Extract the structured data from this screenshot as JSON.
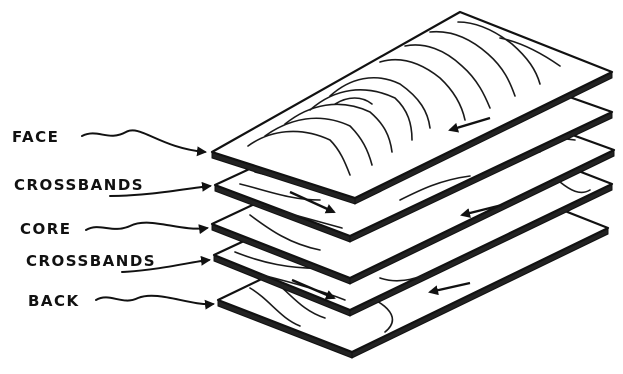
{
  "diagram": {
    "labels": {
      "face": "FACE",
      "crossbands_top": "CROSSBANDS",
      "core": "CORE",
      "crossbands_bottom": "CROSSBANDS",
      "back": "BACK"
    },
    "colors": {
      "ink": "#111111",
      "paper": "#ffffff"
    }
  }
}
